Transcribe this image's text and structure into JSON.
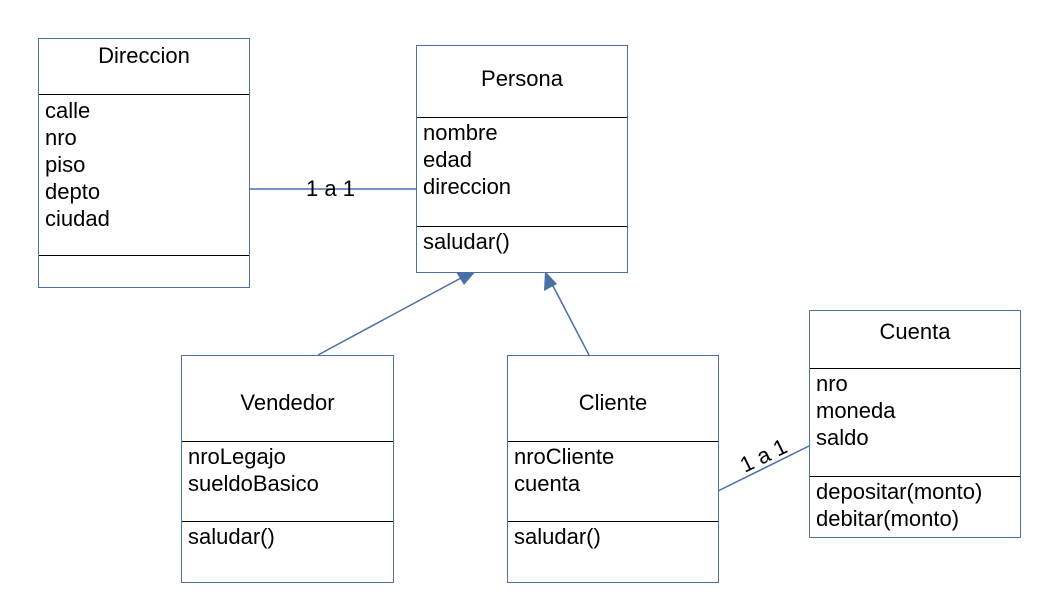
{
  "classes": {
    "direccion": {
      "name": "Direccion",
      "attributes": [
        "calle",
        "nro",
        "piso",
        "depto",
        "ciudad"
      ],
      "methods": []
    },
    "persona": {
      "name": "Persona",
      "attributes": [
        "nombre",
        "edad",
        "direccion"
      ],
      "methods": [
        "saludar()"
      ]
    },
    "vendedor": {
      "name": "Vendedor",
      "attributes": [
        "nroLegajo",
        "sueldoBasico"
      ],
      "methods": [
        "saludar()"
      ]
    },
    "cliente": {
      "name": "Cliente",
      "attributes": [
        "nroCliente",
        "cuenta"
      ],
      "methods": [
        "saludar()"
      ]
    },
    "cuenta": {
      "name": "Cuenta",
      "attributes": [
        "nro",
        "moneda",
        "saldo"
      ],
      "methods": [
        "depositar(monto)",
        "debitar(monto)"
      ]
    }
  },
  "associations": {
    "direccion_persona": "1 a 1",
    "cliente_cuenta": "1 a 1"
  },
  "colors": {
    "border": "#4a6fa5",
    "arrow": "#4a6fa5",
    "separator": "#000000"
  }
}
